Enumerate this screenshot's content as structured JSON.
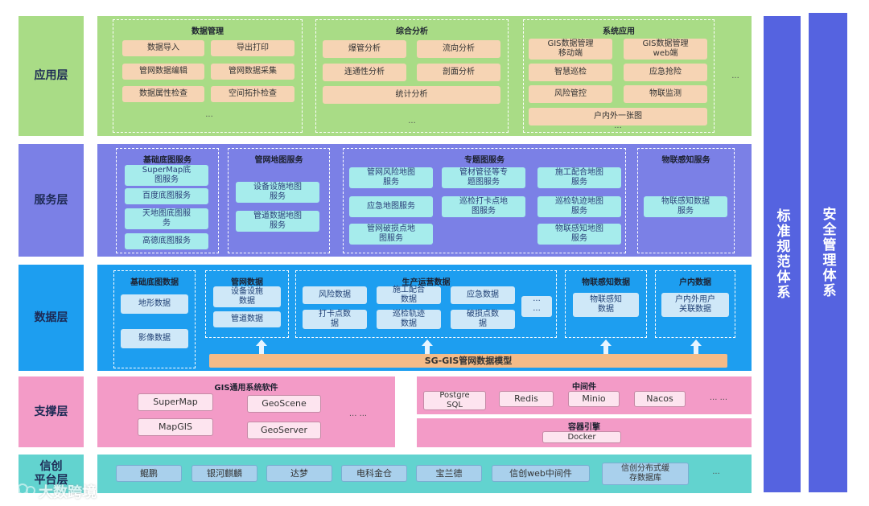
{
  "layers": {
    "app": "应用层",
    "service": "服务层",
    "data": "数据层",
    "support": "支撑层",
    "xinchuang": "信创\n平台层"
  },
  "side": {
    "standard": "标准规范体系",
    "security": "安全管理体系"
  },
  "app": {
    "data_mgmt": {
      "title": "数据管理",
      "items": [
        "数据导入",
        "导出打印",
        "管网数据编辑",
        "管网数据采集",
        "数据属性检查",
        "空间拓扑检查"
      ],
      "more": "···"
    },
    "analysis": {
      "title": "综合分析",
      "items": [
        "爆管分析",
        "流向分析",
        "连通性分析",
        "剖面分析",
        "统计分析"
      ],
      "more": "···"
    },
    "system": {
      "title": "系统应用",
      "items": [
        "GIS数据管理\n移动端",
        "GIS数据管理\nweb端",
        "智慧巡检",
        "应急抢险",
        "风险管控",
        "物联监测",
        "户内外一张图"
      ],
      "more": "···"
    },
    "outer_more": "···"
  },
  "service": {
    "base": {
      "title": "基础底图服务",
      "items": [
        "SuperMap底\n图服务",
        "百度底图服务",
        "天地图底图服\n务",
        "高德底图服务"
      ]
    },
    "pipe": {
      "title": "管网地图服务",
      "items": [
        "设备设施地图\n服务",
        "管道数据地图\n服务"
      ]
    },
    "thematic": {
      "title": "专题图服务",
      "items": [
        "管网风险地图\n服务",
        "管材管径等专\n题图服务",
        "施工配合地图\n服务",
        "应急地图服务",
        "巡检打卡点地\n图服务",
        "巡检轨迹地图\n服务",
        "管网破损点地\n图服务",
        "物联感知地图\n服务"
      ]
    },
    "iot": {
      "title": "物联感知服务",
      "items": [
        "物联感知数据\n服务"
      ]
    }
  },
  "data": {
    "base": {
      "title": "基础底图数据",
      "items": [
        "地形数据",
        "影像数据"
      ]
    },
    "pipe": {
      "title": "管网数据",
      "items": [
        "设备设施\n数据",
        "管道数据"
      ]
    },
    "ops": {
      "title": "生产运营数据",
      "items": [
        "风险数据",
        "施工配合\n数据",
        "应急数据",
        "打卡点数\n据",
        "巡检轨迹\n数据",
        "破损点数\n据"
      ],
      "more": "···\n···"
    },
    "iot": {
      "title": "物联感知数据",
      "items": [
        "物联感知\n数据"
      ]
    },
    "indoor": {
      "title": "户内数据",
      "items": [
        "户内外用户\n关联数据"
      ]
    },
    "model": "SG-GIS管网数据模型"
  },
  "support": {
    "gis": {
      "title": "GIS通用系统软件",
      "items": [
        "SuperMap",
        "GeoScene",
        "MapGIS",
        "GeoServer"
      ],
      "more": "··· ···"
    },
    "middleware": {
      "title": "中间件",
      "items": [
        "Postgre\nSQL",
        "Redis",
        "Minio",
        "Nacos"
      ],
      "more": "··· ···"
    },
    "container": {
      "title": "容器引擎",
      "items": [
        "Docker"
      ]
    }
  },
  "xinchuang": {
    "items": [
      "鲲鹏",
      "银河麒麟",
      "达梦",
      "电科金仓",
      "宝兰德",
      "信创web中间件",
      "信创分布式缓\n存数据库"
    ],
    "more": "···"
  },
  "watermark": "大数跨境",
  "colors": {
    "app": "#a9dc86",
    "service": "#7b80e6",
    "data": "#1d9ef0",
    "support": "#f39bc7",
    "xinchuang": "#62d3cf",
    "side": "#5563e0"
  }
}
